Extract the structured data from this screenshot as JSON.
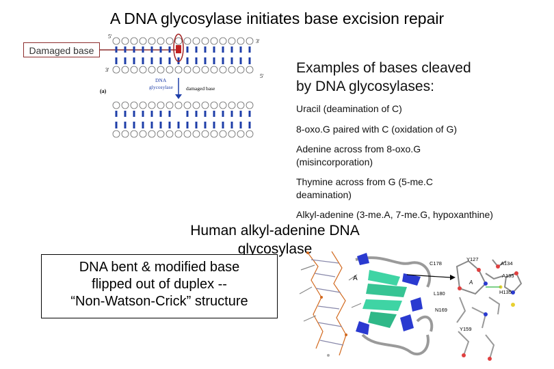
{
  "slide": {
    "title": "A DNA glycosylase initiates base excision repair",
    "damaged_base_label": "Damaged base",
    "figure_labels": {
      "five_prime_top": "5'",
      "three_prime_top": "3'",
      "three_prime_left": "3'",
      "five_prime_right": "5'",
      "enzyme_line1": "DNA",
      "enzyme_line2": "glycosylase",
      "removed": "damaged base",
      "panel": "(a)"
    },
    "examples_heading_line1": "Examples of bases cleaved",
    "examples_heading_line2": "by DNA glycosylases:",
    "examples": [
      "Uracil (deamination of C)",
      "8-oxo.G paired with C (oxidation of G)",
      "Adenine across from 8-oxo.G",
      "(misincorporation)",
      "Thymine across from G (5-me.C",
      "deamination)",
      "Alkyl-adenine (3-me.A, 7-me.G, hypoxanthine)"
    ],
    "subheading_line1": "Human alkyl-adenine DNA",
    "subheading_line2": "glycosylase",
    "bent_box_lines": [
      "DNA bent & modified base",
      "flipped out of duplex --",
      "“Non-Watson-Crick” structure"
    ],
    "structure_labels": [
      "C178",
      "Y127",
      "A134",
      "A135",
      "L180",
      "H135",
      "N169",
      "Y159",
      "A"
    ]
  }
}
